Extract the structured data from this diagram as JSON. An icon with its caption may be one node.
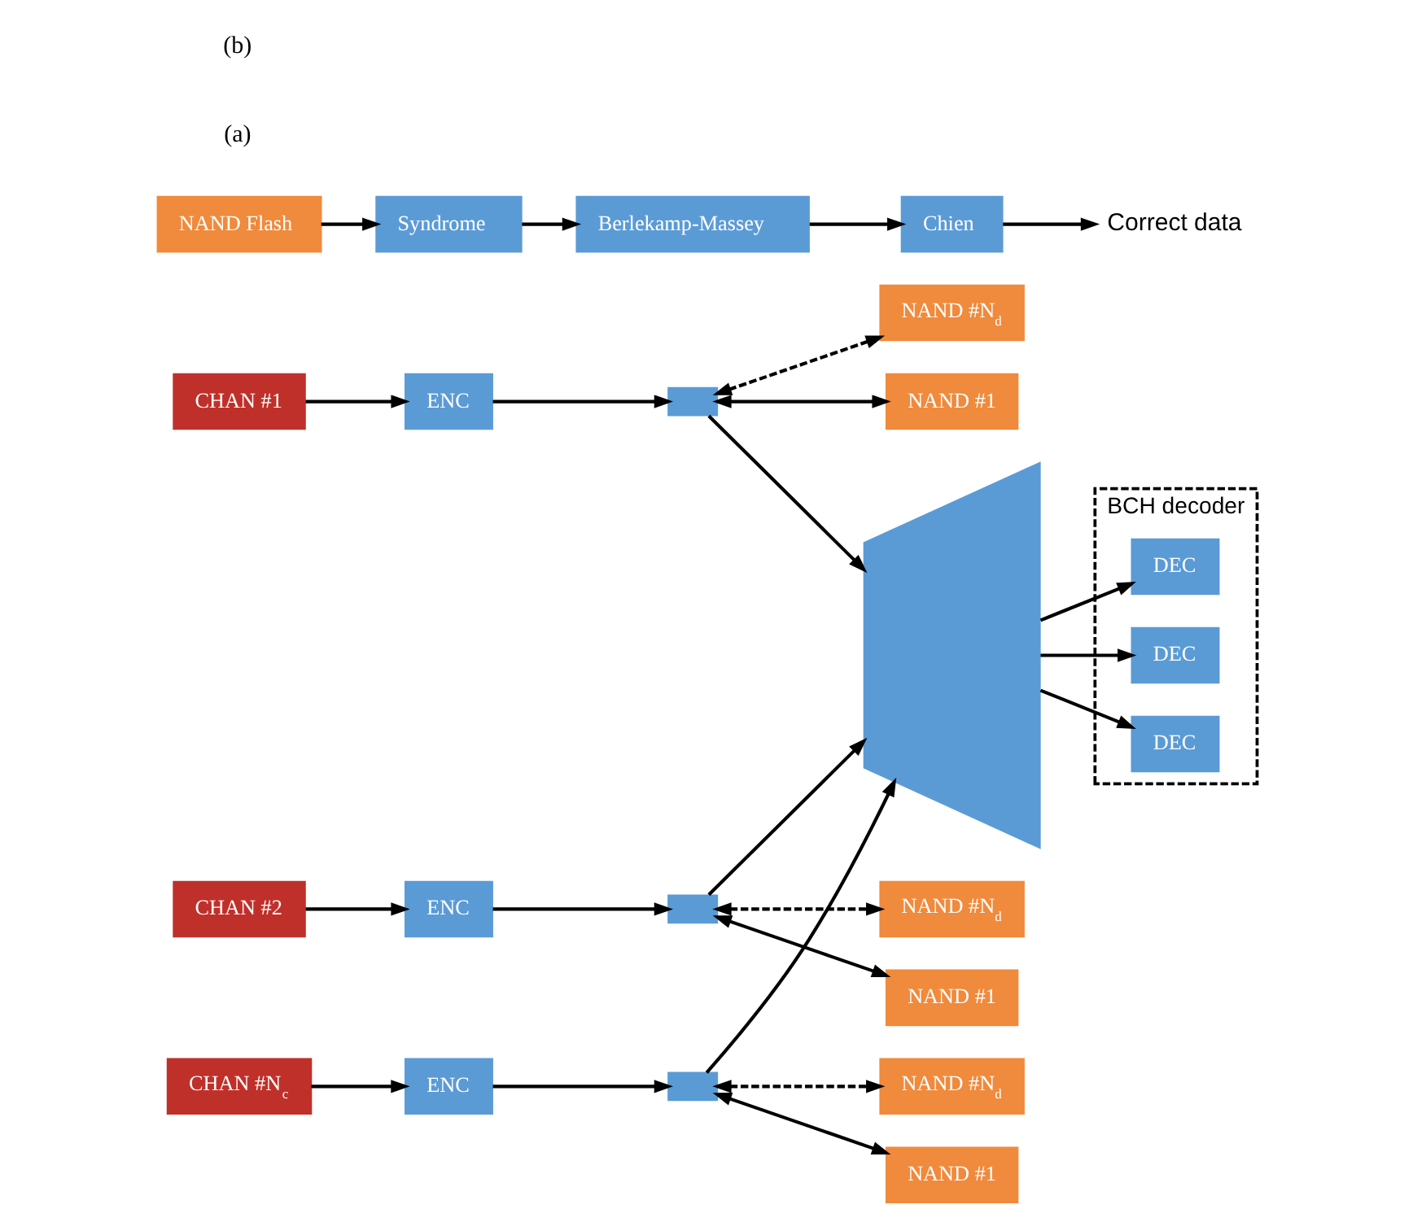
{
  "diagram": {
    "nodes": [
      {
        "text": [
          "BCH decoder"
        ]
      },
      {
        "text": [
          "DEC"
        ],
        "in": 0
      },
      {
        "text": [
          "DEC"
        ],
        "in": 0
      },
      {
        "text": [
          "DEC"
        ],
        "in": 0
      },
      {
        "text": [],
        "shape": "trapezoid"
      },
      {
        "text": [
          "CHAN #1"
        ]
      },
      {
        "text": [
          "ENC"
        ]
      },
      {
        "text": [],
        "shape": "bar"
      },
      {
        "text": [
          "NAND #1"
        ]
      },
      {
        "text": [
          "NAND #N$_{d}$"
        ]
      },
      {
        "text": [
          "CHAN #2"
        ]
      },
      {
        "text": [
          "ENC"
        ]
      },
      {
        "text": [],
        "shape": "bar"
      },
      {
        "text": [
          "NAND #1"
        ]
      },
      {
        "text": [
          "NAND #N$_{d}$"
        ]
      },
      {
        "text": [
          "CHAN #N$_{c}$"
        ]
      },
      {
        "text": [
          "ENC"
        ]
      },
      {
        "text": [],
        "shape": "bar"
      },
      {
        "text": [
          "NAND #1"
        ]
      },
      {
        "text": [
          "NAND #N$_{d}$"
        ]
      },
      {
        "text": [
          "NAND Flash"
        ]
      },
      {
        "text": [
          "Syndrome"
        ]
      },
      {
        "text": [
          "Berlekamp-Massey"
        ]
      },
      {
        "text": [
          "Chien"
        ]
      },
      {
        "text": [
          "Correct data"
        ]
      }
    ],
    "edges": [
      {
        "from": 4,
        "to": 1,
        "arrow": "to"
      },
      {
        "from": 4,
        "to": 2,
        "arrow": "to"
      },
      {
        "from": 4,
        "to": 3,
        "arrow": "to"
      },
      {
        "from": 5,
        "to": 6,
        "arrow": "to"
      },
      {
        "from": 6,
        "to": 7,
        "arrow": "to"
      },
      {
        "from": 7,
        "to": 4,
        "arrow": "to"
      },
      {
        "from": 7,
        "to": 8,
        "arrow": "both"
      },
      {
        "from": 7,
        "to": 9,
        "arrow": "both",
        "style": "dashed"
      },
      {
        "from": 10,
        "to": 11,
        "arrow": "to"
      },
      {
        "from": 11,
        "to": 12,
        "arrow": "to"
      },
      {
        "from": 12,
        "to": 4,
        "arrow": "to"
      },
      {
        "from": 12,
        "to": 13,
        "arrow": "both"
      },
      {
        "from": 12,
        "to": 14,
        "arrow": "both",
        "style": "dashed"
      },
      {
        "from": 15,
        "to": 16,
        "arrow": "to"
      },
      {
        "from": 16,
        "to": 17,
        "arrow": "to"
      },
      {
        "from": 17,
        "to": 4,
        "arrow": "to"
      },
      {
        "from": 17,
        "to": 18,
        "arrow": "both"
      },
      {
        "from": 17,
        "to": 19,
        "arrow": "both",
        "style": "dashed"
      },
      {
        "from": 20,
        "to": 21,
        "arrow": "to"
      },
      {
        "from": 21,
        "to": 22,
        "arrow": "to"
      },
      {
        "from": 22,
        "to": 23,
        "arrow": "to"
      },
      {
        "from": 23,
        "to": 24,
        "arrow": "to"
      }
    ],
    "labels": [
      "(a)",
      "(b)"
    ]
  }
}
